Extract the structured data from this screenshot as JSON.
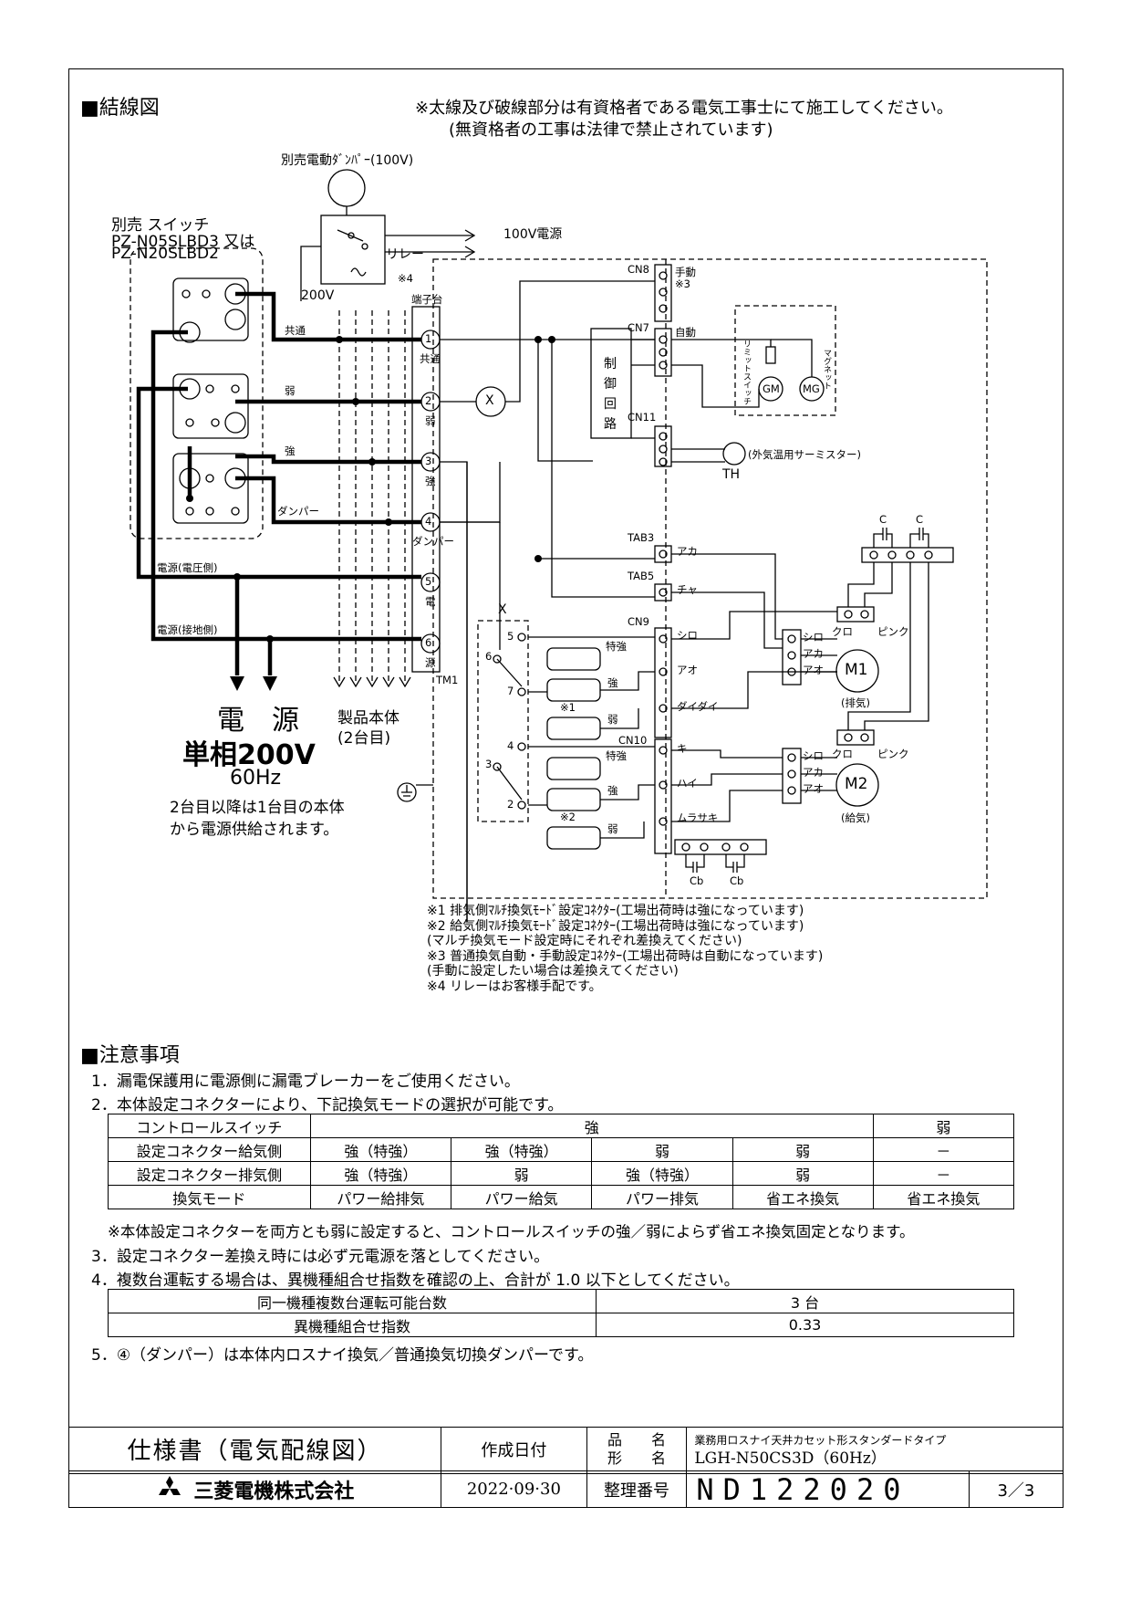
{
  "wiring": {
    "title": "■結線図",
    "warning_line1": "※太線及び破線部分は有資格者である電気工事士にて施工してください。",
    "warning_line2": "(無資格者の工事は法律で禁止されています)",
    "damper_label": "別売電動ﾀﾞﾝﾊﾟｰ(100V)",
    "switch_label": "別売 スイッチ",
    "switch_model1": "PZ-N05SLBD3 又は",
    "switch_model2": "PZ-N20SLBD2",
    "relay": "リレー",
    "note4_mark": "※4",
    "v100": "100V電源",
    "v200": "200V",
    "terminal_block": "端子台",
    "tm1": "TM1",
    "terms": [
      "共通",
      "弱",
      "強",
      "ダンパー",
      "電",
      "源"
    ],
    "term_nums": [
      "1",
      "2",
      "3",
      "4",
      "5",
      "6"
    ],
    "wire_common": "共通",
    "wire_weak": "弱",
    "wire_strong": "強",
    "wire_damper": "ダンパー",
    "power_v": "電源(電圧側)",
    "power_g": "電源(接地側)",
    "cn8": "CN8",
    "manual": "手動",
    "note3_mark": "※3",
    "cn7": "CN7",
    "auto": "自動",
    "control": [
      "制",
      "御",
      "回",
      "路"
    ],
    "cn11": "CN11",
    "thermistor": "(外気温用サーミスター)",
    "th": "TH",
    "limit_switch": "リミットスイッチ",
    "gm": "GM",
    "mg": "MG",
    "magnet": "マグネット",
    "x": "X",
    "tab3": "TAB3",
    "aka": "アカ",
    "tab5": "TAB5",
    "cha": "チャ",
    "cn9": "CN9",
    "cn10": "CN10",
    "shiro": "シロ",
    "ao": "アオ",
    "daidai": "ダイダイ",
    "ki": "キ",
    "hai": "ハイ",
    "murasaki": "ムラサキ",
    "kuro": "クロ",
    "pink": "ピンク",
    "c": "C",
    "cb": "Cb",
    "m1": "M1",
    "m1_sub": "(排気)",
    "m2": "M2",
    "m2_sub": "(給気)",
    "tokkyo": "特強",
    "kyo": "強",
    "jaku": "弱",
    "n1": "※1",
    "n2": "※2",
    "xnums": [
      "5",
      "6",
      "7",
      "4",
      "3",
      "2"
    ],
    "power_title": "電　源",
    "power_spec": "単相200V",
    "power_hz": "60Hz",
    "power_note1": "2台目以降は1台目の本体",
    "power_note2": "から電源供給されます。",
    "product": "製品本体",
    "product_sub": "(2台目)",
    "notes": [
      "※1  排気側ﾏﾙﾁ換気ﾓｰﾄﾞ設定ｺﾈｸﾀｰ(工場出荷時は強になっています)",
      "※2  給気側ﾏﾙﾁ換気ﾓｰﾄﾞ設定ｺﾈｸﾀｰ(工場出荷時は強になっています)",
      "       (マルチ換気モード設定時にそれぞれ差換えてください)",
      "※3  普通換気自動・手動設定ｺﾈｸﾀｰ(工場出荷時は自動になっています)",
      "       (手動に設定したい場合は差換えてください)",
      "※4  リレーはお客様手配です。"
    ]
  },
  "cautions": {
    "title": "■注意事項",
    "item1": "1．漏電保護用に電源側に漏電ブレーカーをご使用ください。",
    "item2": "2．本体設定コネクターにより、下記換気モードの選択が可能です。",
    "table": {
      "r0": [
        "コントロールスイッチ",
        "強",
        "弱"
      ],
      "r1": [
        "設定コネクター給気側",
        "強（特強）",
        "強（特強）",
        "弱",
        "弱",
        "－"
      ],
      "r2": [
        "設定コネクター排気側",
        "強（特強）",
        "弱",
        "強（特強）",
        "弱",
        "－"
      ],
      "r3": [
        "換気モード",
        "パワー給排気",
        "パワー給気",
        "パワー排気",
        "省エネ換気",
        "省エネ換気"
      ]
    },
    "table_note": "※本体設定コネクターを両方とも弱に設定すると、コントロールスイッチの強／弱によらず省エネ換気固定となります。",
    "item3": "3．設定コネクター差換え時には必ず元電源を落としてください。",
    "item4": "4．複数台運転する場合は、異機種組合せ指数を確認の上、合計が 1.0 以下としてください。",
    "table2": [
      [
        "同一機種複数台運転可能台数",
        "3 台"
      ],
      [
        "異機種組合せ指数",
        "0.33"
      ]
    ],
    "item5": "5．④（ダンパー）は本体内ロスナイ換気／普通換気切換ダンパーです。"
  },
  "title_block": {
    "doc_type": "仕様書（電気配線図）",
    "date_label": "作成日付",
    "date": "2022·09·30",
    "hinmei": "品　　名",
    "katashiki": "形　　名",
    "product_name": "業務用ロスナイ天井カセット形スタンダードタイプ",
    "model": "LGH-N50CS3D（60Hz）",
    "seiri": "整理番号",
    "number": "ND122020",
    "page": "3／3",
    "company": "三菱電機株式会社"
  }
}
